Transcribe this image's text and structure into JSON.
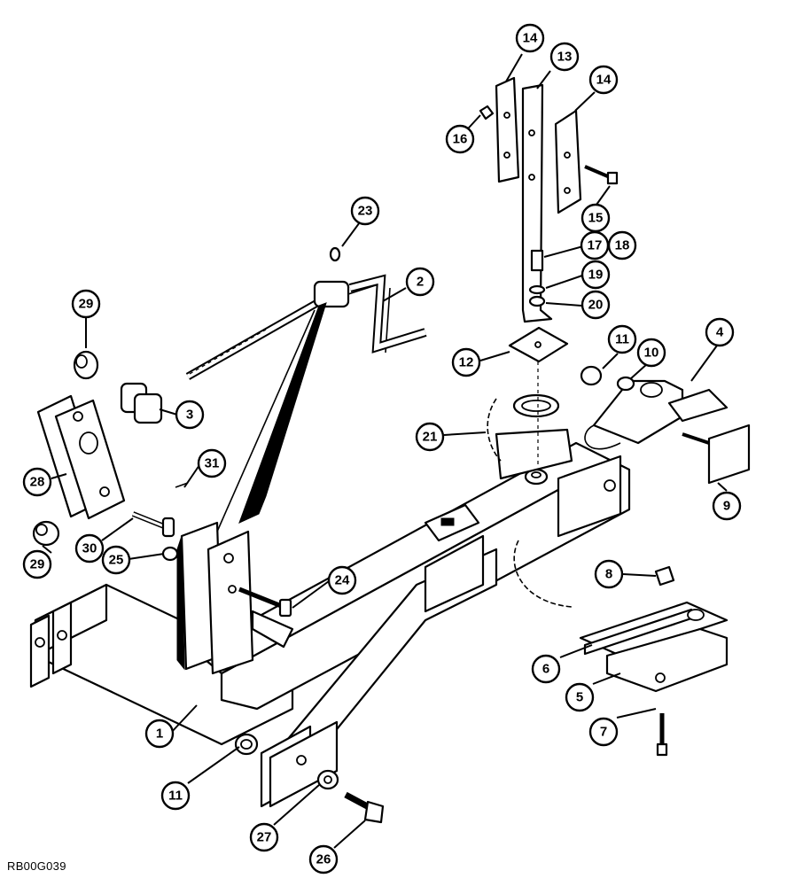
{
  "figure_code": "RB00G039",
  "callouts": [
    {
      "label": "1"
    },
    {
      "label": "2"
    },
    {
      "label": "3"
    },
    {
      "label": "4"
    },
    {
      "label": "5"
    },
    {
      "label": "6"
    },
    {
      "label": "7"
    },
    {
      "label": "8"
    },
    {
      "label": "9"
    },
    {
      "label": "10"
    },
    {
      "label": "11"
    },
    {
      "label": "11"
    },
    {
      "label": "12"
    },
    {
      "label": "13"
    },
    {
      "label": "14"
    },
    {
      "label": "14"
    },
    {
      "label": "15"
    },
    {
      "label": "16"
    },
    {
      "label": "17"
    },
    {
      "label": "18"
    },
    {
      "label": "19"
    },
    {
      "label": "20"
    },
    {
      "label": "21"
    },
    {
      "label": "23"
    },
    {
      "label": "24"
    },
    {
      "label": "25"
    },
    {
      "label": "26"
    },
    {
      "label": "27"
    },
    {
      "label": "28"
    },
    {
      "label": "29"
    },
    {
      "label": "29"
    },
    {
      "label": "30"
    },
    {
      "label": "31"
    }
  ]
}
